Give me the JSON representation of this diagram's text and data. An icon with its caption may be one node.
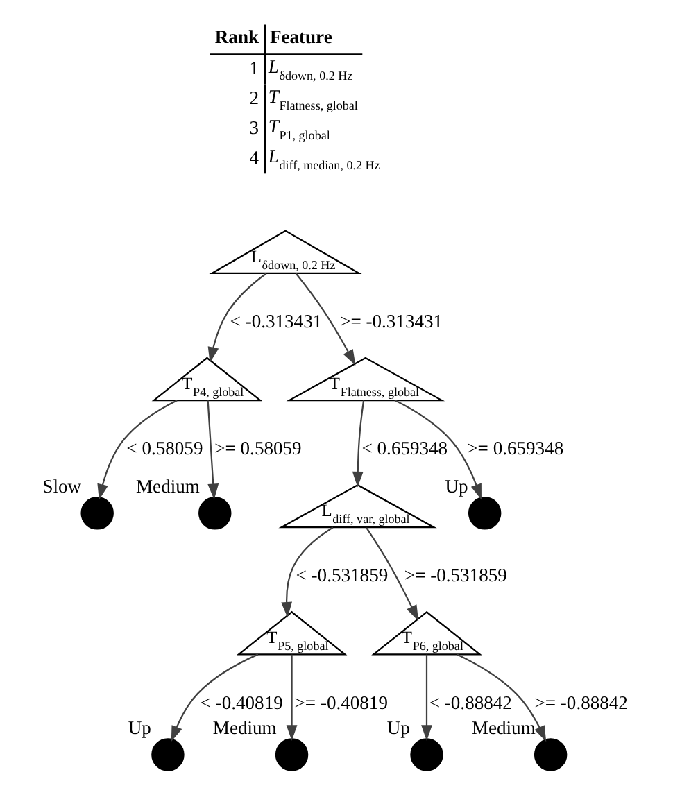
{
  "diagram": {
    "nodes": [
      {
        "text": [
          "L$_{δdown, 0.2 Hz}$"
        ]
      },
      {
        "text": [
          "T$_{P4, global}$"
        ]
      },
      {
        "text": [
          "T$_{Flatness, global}$"
        ]
      },
      {
        "text": [],
        "shape": "circle",
        "beside": [
          "Slow"
        ]
      },
      {
        "text": [],
        "shape": "circle",
        "beside": [
          "Medium"
        ]
      },
      {
        "text": [
          "L$_{diff, var, global}$"
        ]
      },
      {
        "text": [],
        "shape": "circle",
        "beside": [
          "Up"
        ]
      },
      {
        "text": [
          "T$_{P5, global}$"
        ]
      },
      {
        "text": [
          "T$_{P6, global}$"
        ]
      },
      {
        "text": [],
        "shape": "circle",
        "beside": [
          "Up"
        ]
      },
      {
        "text": [],
        "shape": "circle",
        "beside": [
          "Medium"
        ]
      },
      {
        "text": [],
        "shape": "circle",
        "beside": [
          "Up"
        ]
      },
      {
        "text": [],
        "shape": "circle",
        "beside": [
          "Medium"
        ]
      }
    ],
    "edges": [
      {
        "from": 0,
        "to": 1,
        "arrow": "to",
        "label": "< -0.313431"
      },
      {
        "from": 0,
        "to": 2,
        "arrow": "to",
        "label": ">= -0.313431"
      },
      {
        "from": 1,
        "to": 3,
        "arrow": "to",
        "label": "< 0.58059"
      },
      {
        "from": 1,
        "to": 4,
        "arrow": "to",
        "label": ">= 0.58059"
      },
      {
        "from": 2,
        "to": 5,
        "arrow": "to",
        "label": "< 0.659348"
      },
      {
        "from": 2,
        "to": 6,
        "arrow": "to",
        "label": ">= 0.659348"
      },
      {
        "from": 5,
        "to": 7,
        "arrow": "to",
        "label": "< -0.531859"
      },
      {
        "from": 5,
        "to": 8,
        "arrow": "to",
        "label": ">= -0.531859"
      },
      {
        "from": 7,
        "to": 9,
        "arrow": "to",
        "label": "< -0.40819"
      },
      {
        "from": 7,
        "to": 10,
        "arrow": "to",
        "label": ">= -0.40819"
      },
      {
        "from": 8,
        "to": 11,
        "arrow": "to",
        "label": "< -0.88842"
      },
      {
        "from": 8,
        "to": 12,
        "arrow": "to",
        "label": ">= -0.88842"
      }
    ],
    "labels": [
      "Rank",
      "Feature",
      "1",
      "*L*$_{δdown, 0.2 Hz}$",
      "2",
      "*T*$_{Flatness, global}$",
      "3",
      "*T*$_{P1, global}$",
      "4",
      "*L*$_{diff, median, 0.2 Hz}$"
    ]
  }
}
